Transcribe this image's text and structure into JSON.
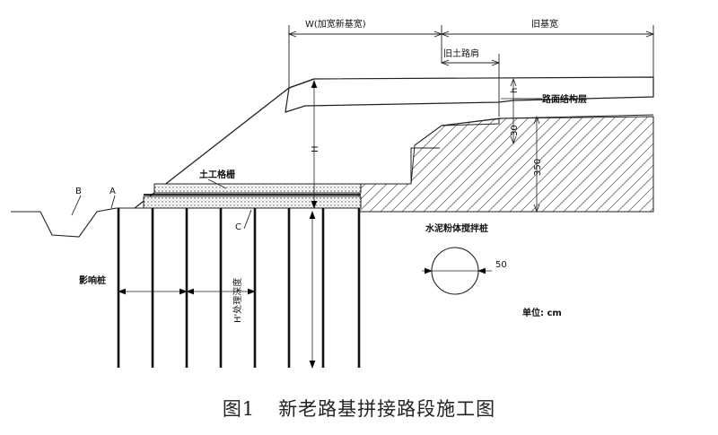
{
  "labels": {
    "w_width": "W(加宽新基宽)",
    "old_base_width": "旧基宽",
    "old_shoulder": "旧土路肩",
    "pavement_structure": "路面结构层",
    "geogrid": "土工格栅",
    "cement_pile": "水泥粉体搅拌桩",
    "unit": "单位: cm",
    "key_b": "B",
    "key_a": "A",
    "key_c": "C",
    "dim_h": "h",
    "dim_30": "30",
    "dim_350": "350",
    "dim_H": "H",
    "dim_50": "50",
    "side_label": "影响桩",
    "depth_label": "H'处理深度"
  },
  "caption": {
    "fig_no": "图1",
    "title": "新老路基拼接路段施工图"
  }
}
